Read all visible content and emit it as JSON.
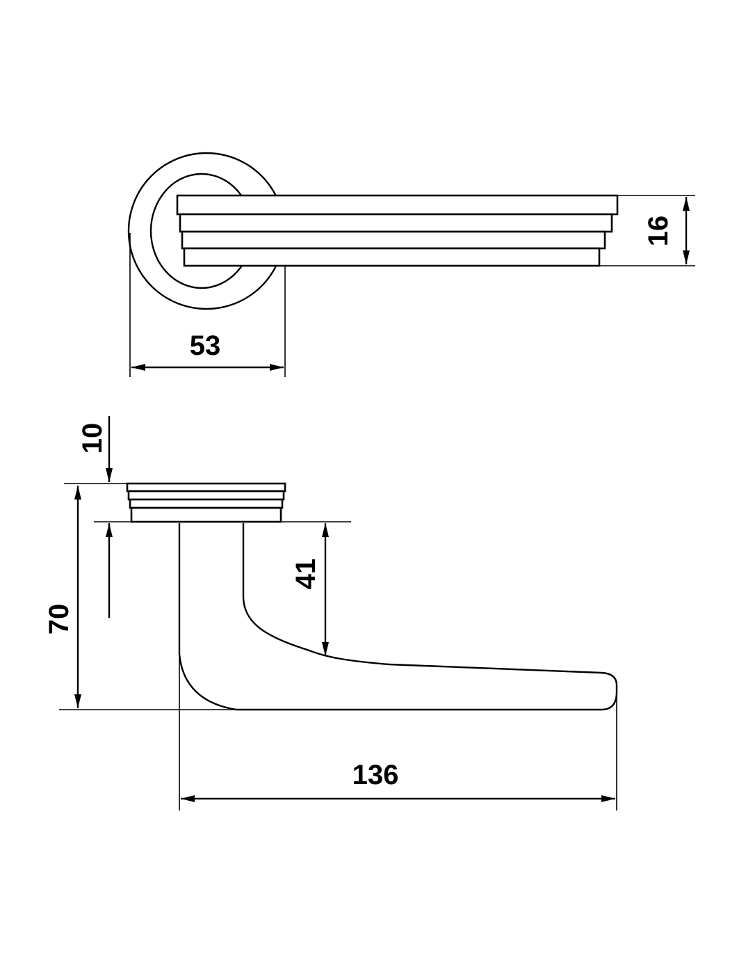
{
  "drawing": {
    "top_view": {
      "rosette_diameter": "53",
      "handle_thickness": "16"
    },
    "side_view": {
      "rosette_height": "10",
      "total_height": "70",
      "grip_clearance": "41",
      "handle_length": "136"
    }
  }
}
